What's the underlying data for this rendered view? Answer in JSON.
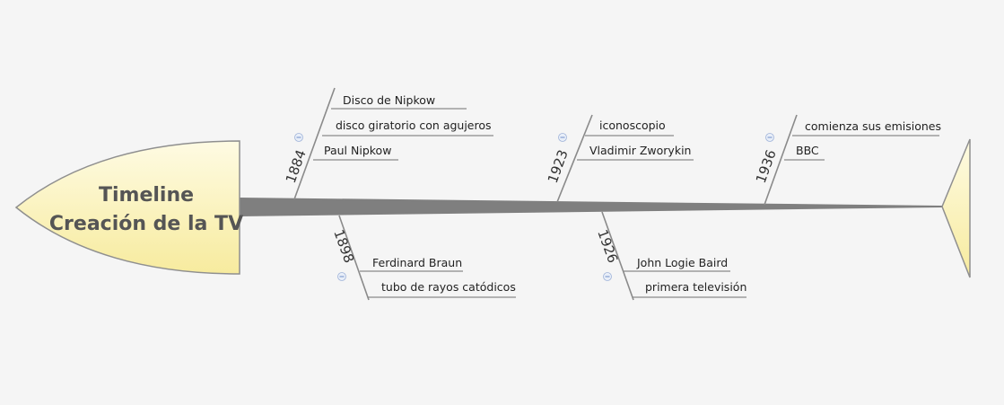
{
  "diagram": {
    "title_lines": [
      "Timeline",
      "Creación de la TV"
    ],
    "colors": {
      "background": "#f5f5f5",
      "head_fill_top": "#fefbe3",
      "head_fill_bottom": "#f7eb9e",
      "head_stroke": "#8f8f8f",
      "spine": "#7f7f7f",
      "branch": "#8a8a8a",
      "collapse_icon": "#6f8fc7"
    },
    "icons": {
      "collapse": "minus-circle-icon"
    },
    "branches": [
      {
        "year": "1884",
        "items": [
          "Disco de Nipkow",
          "disco giratorio con agujeros",
          "Paul Nipkow"
        ]
      },
      {
        "year": "1898",
        "items": [
          "Ferdinard Braun",
          "tubo de rayos catódicos"
        ]
      },
      {
        "year": "1923",
        "items": [
          "iconoscopio",
          "Vladimir Zworykin"
        ]
      },
      {
        "year": "1926",
        "items": [
          "John Logie Baird",
          "primera televisión"
        ]
      },
      {
        "year": "1936",
        "items": [
          "comienza sus emisiones",
          "BBC"
        ]
      }
    ]
  }
}
